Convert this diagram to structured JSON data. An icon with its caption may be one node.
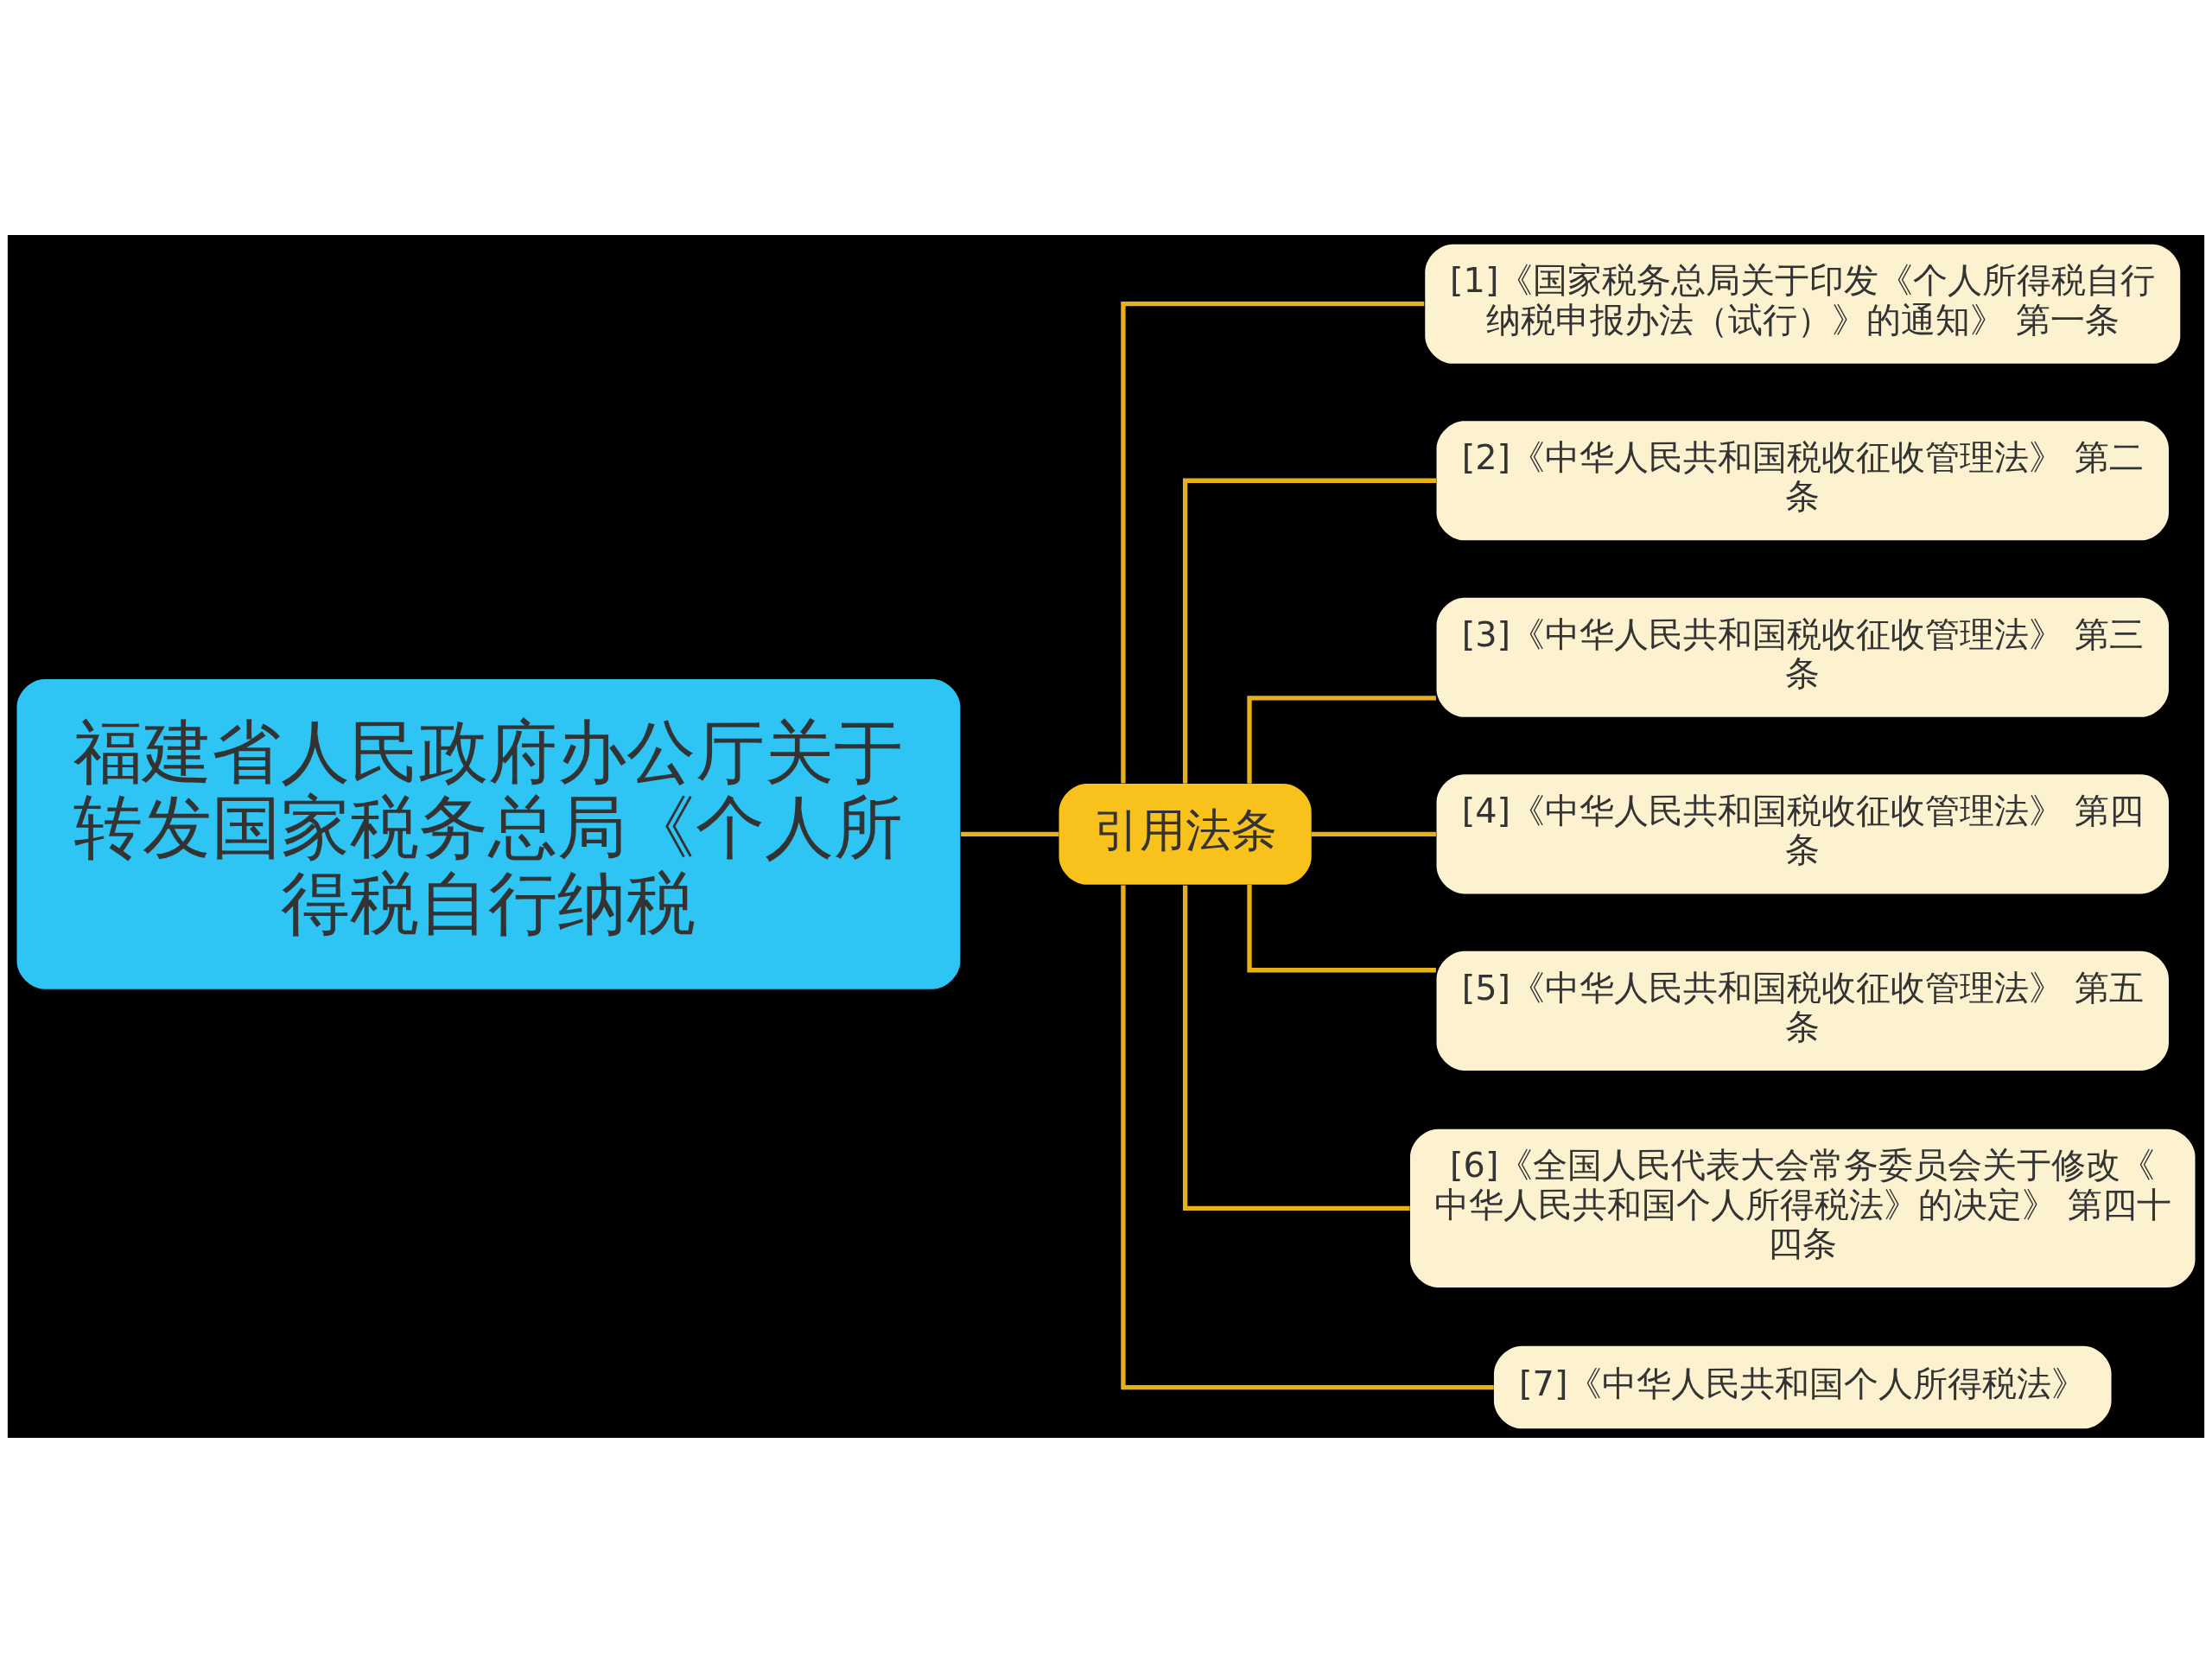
{
  "diagram": {
    "nodes": [
      {
        "text": [
          "福建省人民政府办公厅关于转发国家税务总局《个人所得税自行纳税"
        ]
      },
      {
        "text": [
          "引用法条"
        ]
      },
      {
        "text": [
          "[1]《国家税务总局关于印发《个人所得税自行纳税申报办法（试行）》的通知》 第一条"
        ]
      },
      {
        "text": [
          "[2]《中华人民共和国税收征收管理法》 第二条"
        ]
      },
      {
        "text": [
          "[3]《中华人民共和国税收征收管理法》 第三条"
        ]
      },
      {
        "text": [
          "[4]《中华人民共和国税收征收管理法》 第四条"
        ]
      },
      {
        "text": [
          "[5]《中华人民共和国税收征收管理法》 第五条"
        ]
      },
      {
        "text": [
          "[6]《全国人民代表大会常务委员会关于修改《中华人民共和国个人所得税法》的决定》 第四十四条"
        ]
      },
      {
        "text": [
          "[7]《中华人民共和国个人所得税法》"
        ]
      }
    ],
    "edges": [
      {
        "from": 0,
        "to": 1,
        "arrow": "none"
      },
      {
        "from": 1,
        "to": 2,
        "arrow": "none"
      },
      {
        "from": 1,
        "to": 3,
        "arrow": "none"
      },
      {
        "from": 1,
        "to": 4,
        "arrow": "none"
      },
      {
        "from": 1,
        "to": 5,
        "arrow": "none"
      },
      {
        "from": 1,
        "to": 6,
        "arrow": "none"
      },
      {
        "from": 1,
        "to": 7,
        "arrow": "none"
      },
      {
        "from": 1,
        "to": 8,
        "arrow": "none"
      }
    ]
  }
}
